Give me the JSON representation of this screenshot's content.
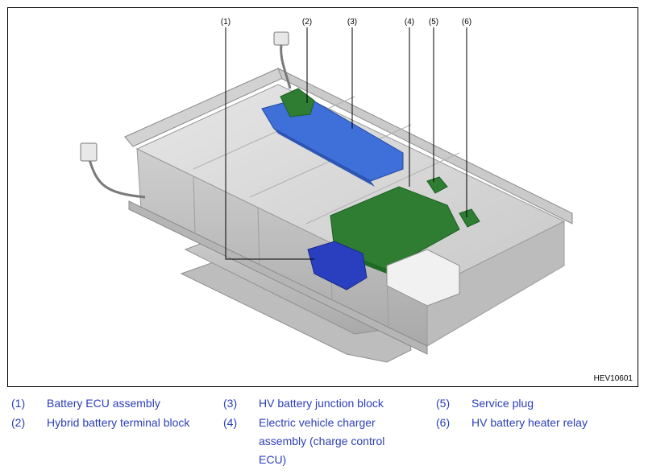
{
  "figure": {
    "code": "HEV10601",
    "callouts": [
      "(1)",
      "(2)",
      "(3)",
      "(4)",
      "(5)",
      "(6)"
    ]
  },
  "legend": [
    {
      "num": "(1)",
      "text": "Battery ECU assembly"
    },
    {
      "num": "(2)",
      "text": "Hybrid battery terminal block"
    },
    {
      "num": "(3)",
      "text": "HV battery junction block"
    },
    {
      "num": "(4)",
      "text": "Electric vehicle charger assembly (charge control ECU)"
    },
    {
      "num": "(5)",
      "text": "Service plug"
    },
    {
      "num": "(6)",
      "text": "HV battery heater relay"
    }
  ],
  "colors": {
    "legend_text": "#2b3fb8",
    "highlight_blue": "#3f6fd8",
    "highlight_dark_blue": "#2a3fbf",
    "highlight_green": "#2e7d32",
    "metal": "#d9d9d9"
  }
}
